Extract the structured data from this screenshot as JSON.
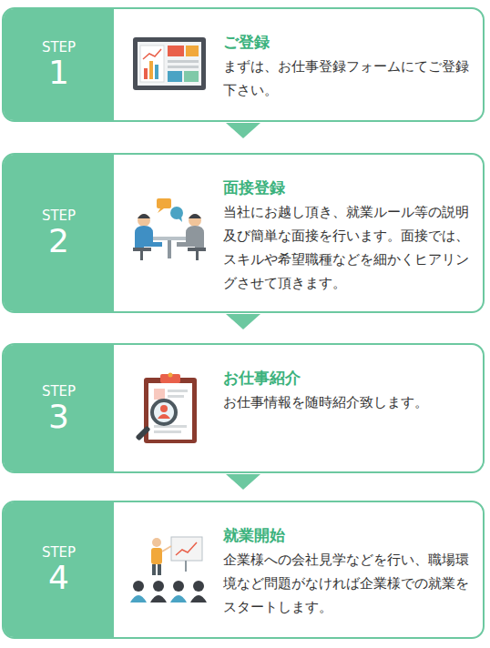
{
  "diagram": {
    "nodes": [
      {
        "text": [
          "ご登録",
          "まずは、お仕事登録フォームにてご登録下さい。"
        ]
      },
      {
        "text": [
          "STEP",
          "1"
        ],
        "in": 0
      },
      {
        "text": [
          "面接登録",
          "当社にお越し頂き、就業ルール等の説明及び簡単な面接を行います。面接では、スキルや希望職種などを細かくヒアリングさせて頂きます。"
        ]
      },
      {
        "text": [
          "STEP",
          "2"
        ],
        "in": 2
      },
      {
        "text": [
          "お仕事紹介",
          "お仕事情報を随時紹介致します。"
        ]
      },
      {
        "text": [
          "STEP",
          "3"
        ],
        "in": 4
      },
      {
        "text": [
          "就業開始",
          "企業様への会社見学などを行い、職場環境など問題がなければ企業様での就業をスタートします。"
        ]
      },
      {
        "text": [
          "STEP",
          "4"
        ],
        "in": 6
      }
    ],
    "edges": [
      {
        "from": 0,
        "to": 2,
        "arrow": "to"
      },
      {
        "from": 2,
        "to": 4,
        "arrow": "to"
      },
      {
        "from": 4,
        "to": 6,
        "arrow": "to"
      }
    ]
  }
}
